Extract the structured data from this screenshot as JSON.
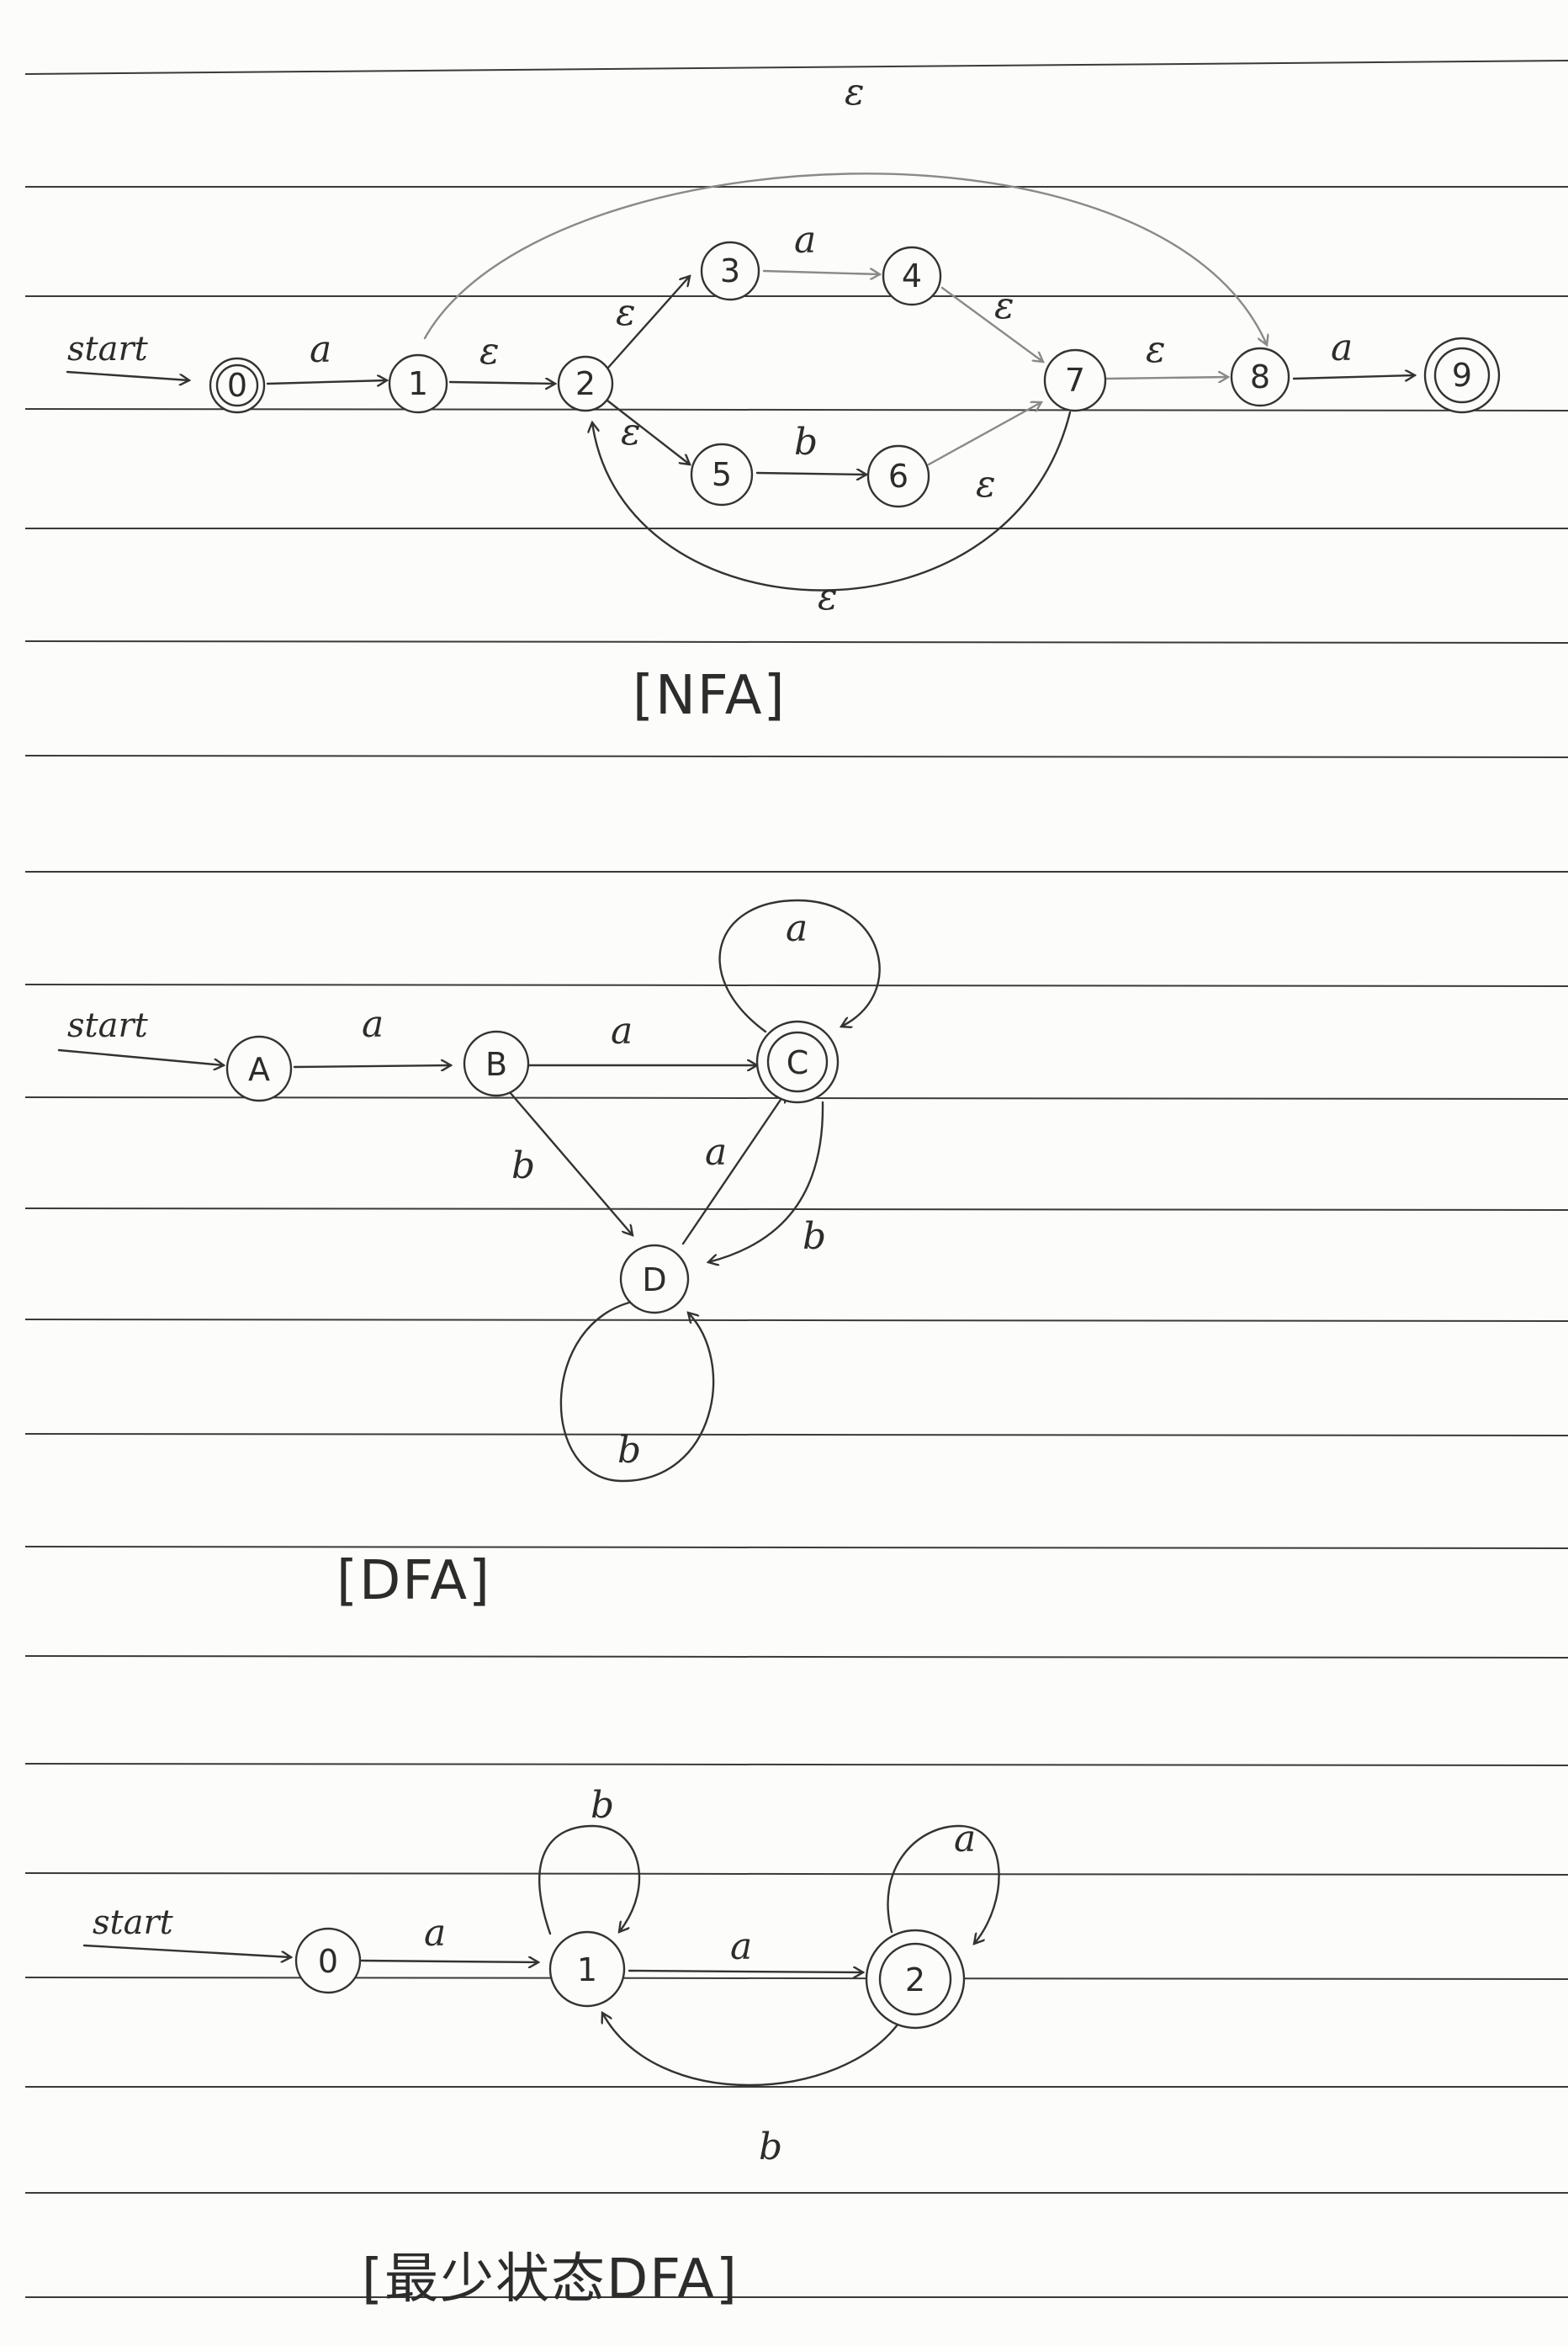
{
  "ink_color": "#333333",
  "paper_color": "#fcfcfa",
  "nfa": {
    "caption": "[NFA]",
    "start_label": "start",
    "states": [
      "0",
      "1",
      "2",
      "3",
      "4",
      "5",
      "6",
      "7",
      "8",
      "9"
    ],
    "final_states": [
      "9"
    ],
    "edges": [
      {
        "from": "0",
        "to": "1",
        "label": "a"
      },
      {
        "from": "1",
        "to": "2",
        "label": "ε"
      },
      {
        "from": "2",
        "to": "3",
        "label": "ε"
      },
      {
        "from": "3",
        "to": "4",
        "label": "a"
      },
      {
        "from": "4",
        "to": "7",
        "label": "ε"
      },
      {
        "from": "2",
        "to": "5",
        "label": "ε"
      },
      {
        "from": "5",
        "to": "6",
        "label": "b"
      },
      {
        "from": "6",
        "to": "7",
        "label": "ε"
      },
      {
        "from": "7",
        "to": "8",
        "label": "ε"
      },
      {
        "from": "8",
        "to": "9",
        "label": "a"
      },
      {
        "from": "1",
        "to": "8",
        "label": "ε"
      },
      {
        "from": "7",
        "to": "2",
        "label": "ε"
      }
    ]
  },
  "dfa": {
    "caption": "[DFA]",
    "start_label": "start",
    "states": [
      "A",
      "B",
      "C",
      "D"
    ],
    "final_states": [
      "C"
    ],
    "edges": [
      {
        "from": "A",
        "to": "B",
        "label": "a"
      },
      {
        "from": "B",
        "to": "C",
        "label": "a"
      },
      {
        "from": "B",
        "to": "D",
        "label": "b"
      },
      {
        "from": "C",
        "to": "C",
        "label": "a"
      },
      {
        "from": "C",
        "to": "D",
        "label": "b"
      },
      {
        "from": "D",
        "to": "C",
        "label": "a"
      },
      {
        "from": "D",
        "to": "D",
        "label": "b"
      }
    ]
  },
  "min_dfa": {
    "caption": "[最少状态DFA]",
    "start_label": "start",
    "states": [
      "0",
      "1",
      "2"
    ],
    "final_states": [
      "2"
    ],
    "edges": [
      {
        "from": "0",
        "to": "1",
        "label": "a"
      },
      {
        "from": "1",
        "to": "1",
        "label": "b"
      },
      {
        "from": "1",
        "to": "2",
        "label": "a"
      },
      {
        "from": "2",
        "to": "2",
        "label": "a"
      },
      {
        "from": "2",
        "to": "1",
        "label": "b"
      }
    ]
  }
}
